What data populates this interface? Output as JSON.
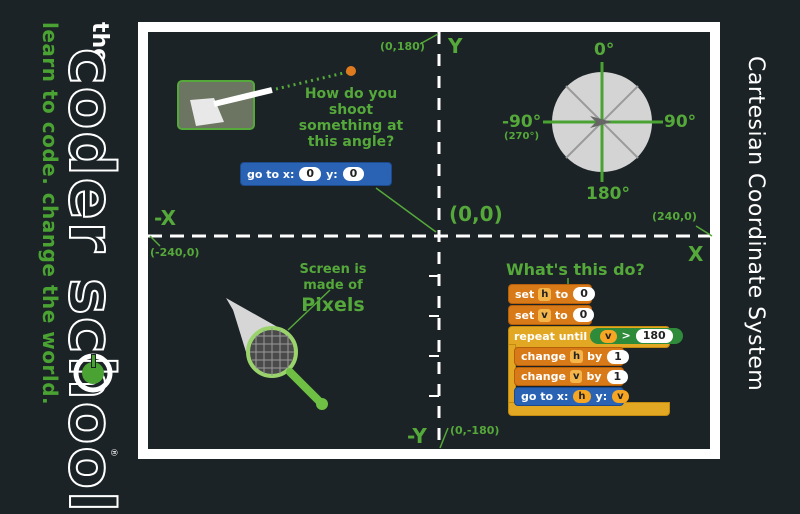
{
  "brand": {
    "top": "the",
    "name": "coder school",
    "tagline": "learn to code. change the world.",
    "registered": "®"
  },
  "side_title": "Cartesian Coordinate System",
  "axes": {
    "y_label": "Y",
    "neg_y_label": "-Y",
    "x_label": "X",
    "neg_x_label": "-X",
    "origin": "(0,0)",
    "top": "(0,180)",
    "bottom": "(0,-180)",
    "right": "(240,0)",
    "left": "(-240,0)"
  },
  "question": "How do you shoot something at this angle?",
  "goto_block": {
    "label": "go to x:",
    "x_value": "0",
    "y_label": "y:",
    "y_value": "0"
  },
  "direction": {
    "top": "0°",
    "right": "90°",
    "left": "-90°",
    "left_alt": "(270°)",
    "bottom": "180°"
  },
  "pixels": {
    "line1": "Screen is",
    "line2": "made of",
    "line3": "Pixels"
  },
  "script": {
    "title": "What's this do?",
    "set_label": "set",
    "to_label": "to",
    "h_var": "h",
    "v_var": "v",
    "zero": "0",
    "repeat_label": "repeat until",
    "gt": ">",
    "limit": "180",
    "change_label": "change",
    "by_label": "by",
    "one": "1",
    "goto_label": "go to x:",
    "y_label": "y:"
  },
  "colors": {
    "background": "#1b2326",
    "green": "#55a83a",
    "white": "#ffffff",
    "motion_blue": "#2a63b4",
    "variable_orange": "#d97a18",
    "control_gold": "#e3a823"
  }
}
